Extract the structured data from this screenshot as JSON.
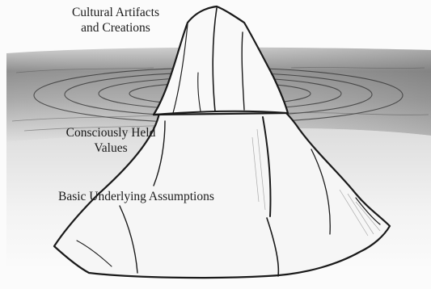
{
  "labels": {
    "top_line1": "Cultural Artifacts",
    "top_line2": "and Creations",
    "middle_line1": "Consciously Held",
    "middle_line2": "Values",
    "bottom": "Basic Underlying Assumptions"
  },
  "colors": {
    "ink": "#1a1a1a",
    "water_dark": "#8a8a8a",
    "water_light": "#e2e2e2",
    "ice": "#f7f7f7"
  }
}
